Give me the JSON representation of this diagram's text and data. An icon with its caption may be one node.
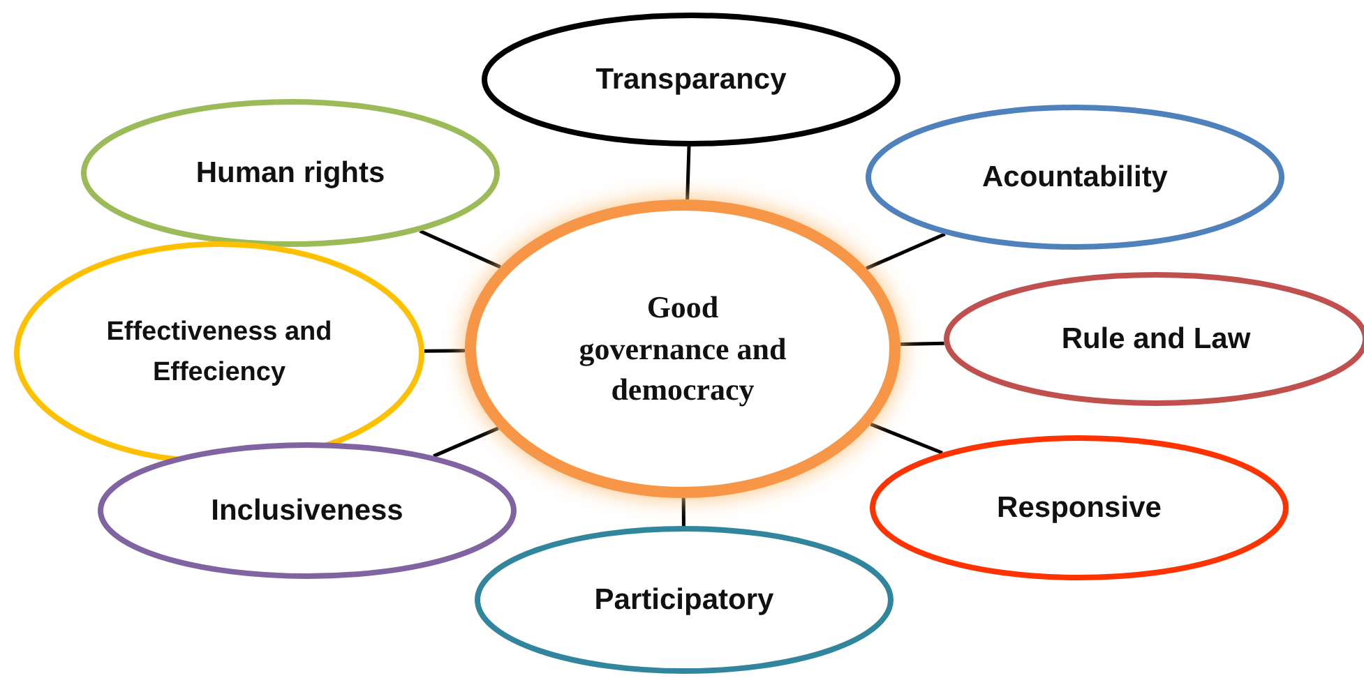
{
  "diagram": {
    "nodes": [
      {
        "text": [
          "Transparancy"
        ]
      },
      {
        "text": [
          "Human rights"
        ]
      },
      {
        "text": [
          "Acountability"
        ]
      },
      {
        "text": [
          "Good governance and democracy"
        ]
      },
      {
        "text": [
          "Effectiveness and Effeciency"
        ]
      },
      {
        "text": [
          "Rule and Law"
        ]
      },
      {
        "text": [
          "Inclusiveness"
        ]
      },
      {
        "text": [
          "Responsive"
        ]
      },
      {
        "text": [
          "Participatory"
        ]
      }
    ],
    "edges": [
      {
        "from": 3,
        "to": 0,
        "arrow": "none"
      },
      {
        "from": 3,
        "to": 1,
        "arrow": "none"
      },
      {
        "from": 3,
        "to": 2,
        "arrow": "none"
      },
      {
        "from": 3,
        "to": 4,
        "arrow": "none"
      },
      {
        "from": 3,
        "to": 5,
        "arrow": "none"
      },
      {
        "from": 3,
        "to": 6,
        "arrow": "none"
      },
      {
        "from": 3,
        "to": 7,
        "arrow": "none"
      },
      {
        "from": 3,
        "to": 8,
        "arrow": "none"
      }
    ]
  }
}
